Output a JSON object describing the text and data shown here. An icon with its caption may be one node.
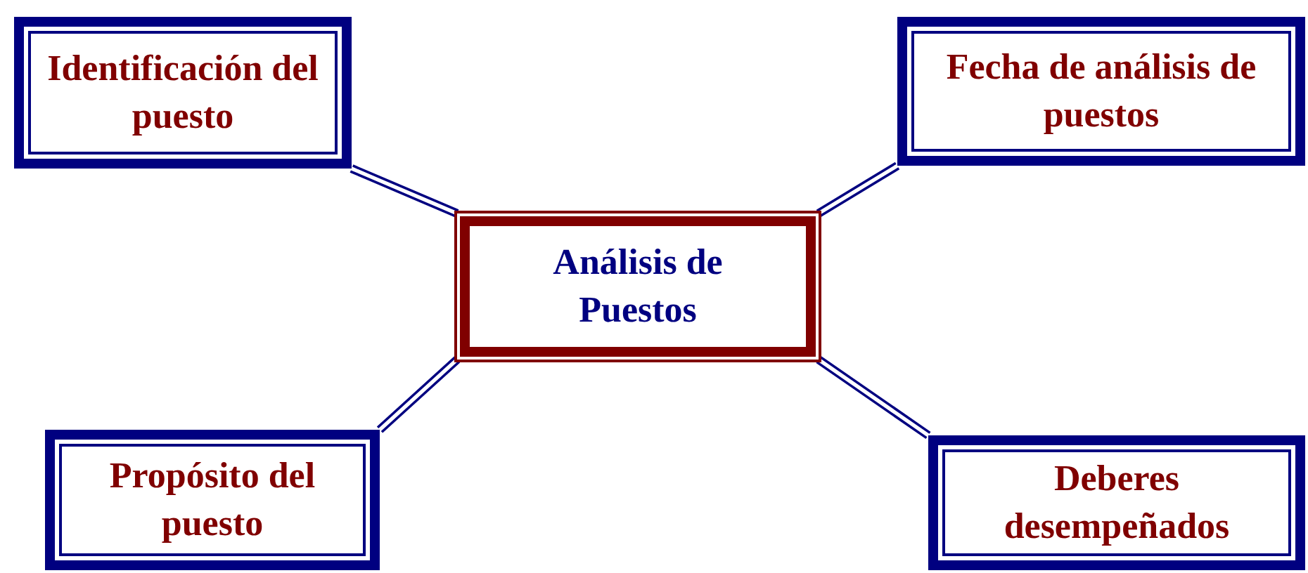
{
  "diagram": {
    "nodes": [
      {
        "text": [
          "Identificación del puesto"
        ]
      },
      {
        "text": [
          "Fecha de análisis de puestos"
        ]
      },
      {
        "text": [
          "Análisis de Puestos"
        ]
      },
      {
        "text": [
          "Propósito del puesto"
        ]
      },
      {
        "text": [
          "Deberes desempeñados"
        ]
      }
    ],
    "edges": [
      {
        "from": 2,
        "to": 0,
        "arrow": "none"
      },
      {
        "from": 2,
        "to": 1,
        "arrow": "none"
      },
      {
        "from": 2,
        "to": 3,
        "arrow": "none"
      },
      {
        "from": 2,
        "to": 4,
        "arrow": "none"
      }
    ]
  }
}
